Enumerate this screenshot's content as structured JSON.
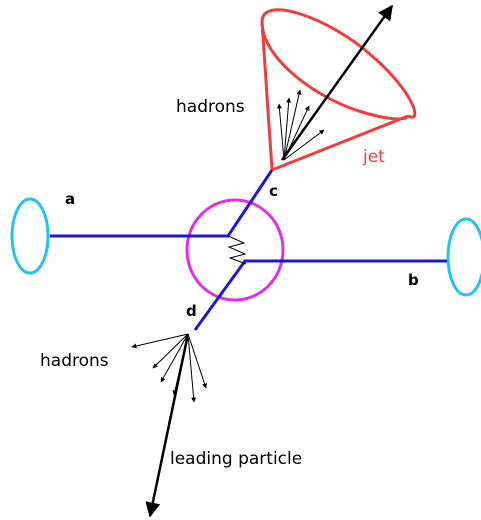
{
  "labels": {
    "hadrons_upper": "hadrons",
    "hadrons_lower": "hadrons",
    "jet": "jet",
    "leading_particle": "leading particle",
    "a": "a",
    "b": "b",
    "c": "c",
    "d": "d"
  },
  "colors": {
    "parton_line": "#1a1ad6",
    "beam_ring": "#22c4ee",
    "interaction_circle": "#e030e0",
    "jet_cone": "#f23c3c",
    "arrow": "#000000"
  }
}
